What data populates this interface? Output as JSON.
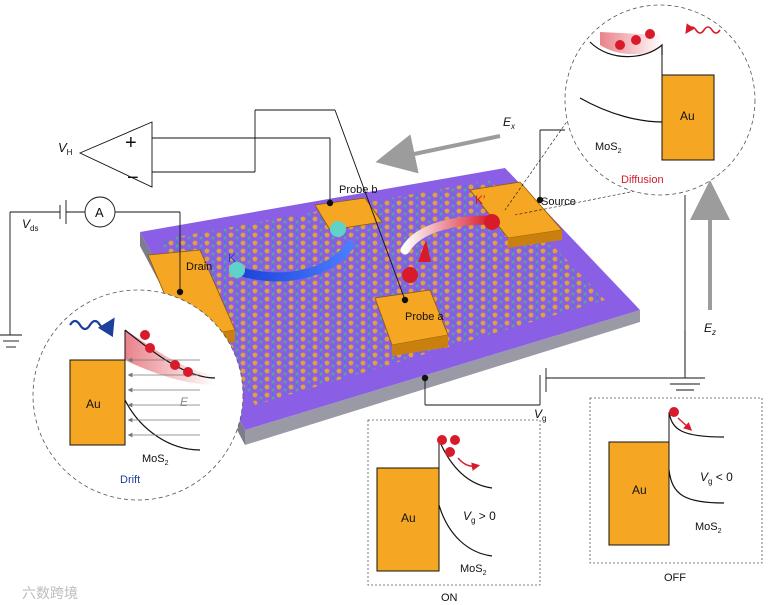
{
  "colors": {
    "au_gold": "#F5A623",
    "au_stroke": "#8a5a00",
    "substrate_purple": "#8A5FE6",
    "substrate_gray": "#9a9aa6",
    "electron_red": "#d81b2b",
    "drift_blue": "#1d3f9e",
    "diffusion_red": "#d81b2b",
    "k_blue": "#1a3fd6",
    "arrow_gray": "#9c9c9c"
  },
  "labels": {
    "vh": "V",
    "vh_sub": "H",
    "plus": "+",
    "minus": "−",
    "vds": "V",
    "vds_sub": "ds",
    "ammeter": "A",
    "ex": "E",
    "ex_sub": "x",
    "ez": "E",
    "ez_sub": "z",
    "vg": "V",
    "vg_sub": "g",
    "drain": "Drain",
    "source": "Source",
    "probe_a": "Probe a",
    "probe_b": "Probe b",
    "k_left": "K",
    "k_right": "K′"
  },
  "insets": {
    "diffusion": {
      "au": "Au",
      "mos2": "MoS",
      "mos2_sub": "2",
      "caption": "Diffusion"
    },
    "drift": {
      "au": "Au",
      "mos2": "MoS",
      "mos2_sub": "2",
      "field": "E",
      "caption": "Drift"
    },
    "on": {
      "au": "Au",
      "condition_v": "V",
      "condition_sub": "g",
      "condition_rel": " > 0",
      "mos2": "MoS",
      "mos2_sub": "2",
      "caption": "ON"
    },
    "off": {
      "au": "Au",
      "condition_v": "V",
      "condition_sub": "g",
      "condition_rel": " < 0",
      "mos2": "MoS",
      "mos2_sub": "2",
      "caption": "OFF"
    }
  },
  "watermark": "六数跨境"
}
